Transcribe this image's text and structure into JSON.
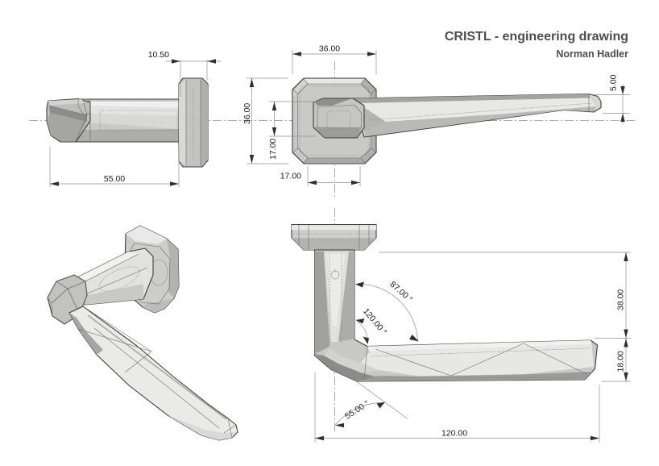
{
  "title": "CRISTL - engineering drawing",
  "author": "Norman Hadler",
  "views": {
    "side": {
      "rosette_depth": "10.50",
      "grip_length": "55.00"
    },
    "front": {
      "width": "36.00",
      "height": "36.00",
      "neck_height": "17.00",
      "neck_offset": "17.00",
      "tip_thickness": "5.00"
    },
    "elevation": {
      "neck_angle": "87.00 °",
      "elbow_angle": "120.00 °",
      "end_angle": "55.00 °",
      "upper_height": "38.00",
      "end_thickness": "18.00",
      "overall_length": "120.00"
    }
  },
  "colors": {
    "background": "#ffffff",
    "outline": "#3e3e3c",
    "part_light": "#ebebe9",
    "part_mid": "#c9c9c7",
    "part_dark": "#a3a3a1",
    "part_darkest": "#8d8d8b",
    "dimension_line": "#8f8f8d",
    "dimension_text": "#1b1b1b",
    "title_text": "#4d4d4b"
  }
}
